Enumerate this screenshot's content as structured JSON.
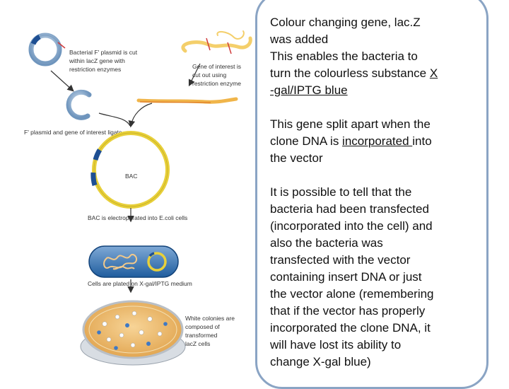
{
  "diagram": {
    "labels": {
      "plasmid_cut": [
        "Bacterial F' plasmid is cut",
        "within lacZ gene with",
        "restriction enzymes"
      ],
      "gene_cut": [
        "Gene of interest is",
        "cut out using",
        "restriction enzyme"
      ],
      "ligate": "F' plasmid and gene of interest ligate",
      "bac": "BAC",
      "electroporated": "BAC is electroporated into E.coli cells",
      "plated": "Cells are plated on X-gal/IPTG medium",
      "white_colonies": [
        "White colonies are",
        "composed of",
        "transformed",
        "lacZ cells"
      ]
    }
  },
  "panel": {
    "block1": {
      "line1": "Colour changing gene, lac.Z",
      "line2": "was added",
      "line3": "This enables the bacteria to",
      "line4_pre": "turn the colourless substance ",
      "line4_u": "X",
      "line5_u": "-gal/IPTG blue"
    },
    "block2": {
      "line1": "This gene split apart when the",
      "line2_pre": "clone DNA is ",
      "line2_u": "incorporated ",
      "line2_post": "into",
      "line3": "the vector"
    },
    "block3": {
      "lines": [
        "It is possible to tell that the",
        "bacteria had been transfected",
        "(incorporated into the cell) and",
        "also the bacteria was",
        "transfected with the vector",
        "containing insert DNA or just",
        "the vector alone (remembering",
        "that if the vector has properly",
        "incorporated the clone DNA, it",
        "will have lost its ability to",
        "change X-gal blue)"
      ]
    }
  }
}
